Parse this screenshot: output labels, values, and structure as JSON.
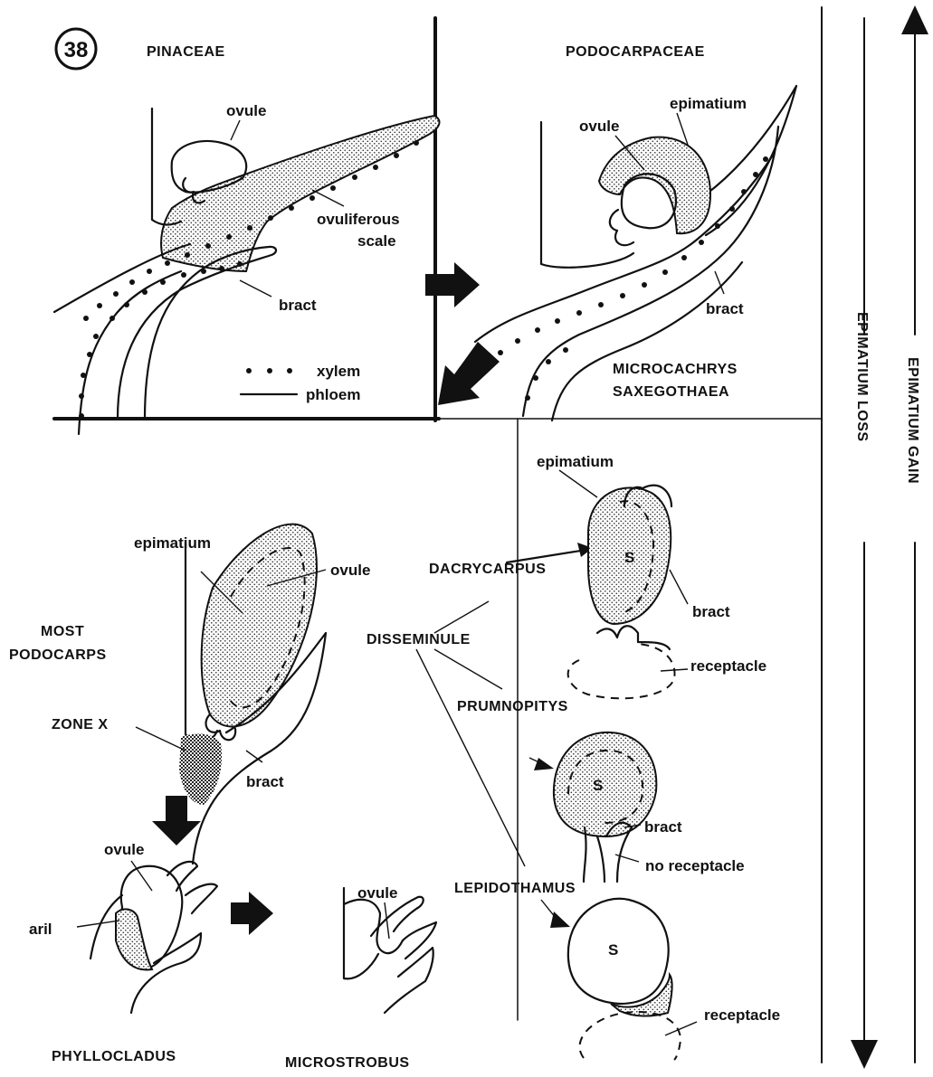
{
  "figure": {
    "number": "38",
    "families": {
      "pinaceae": "PINACEAE",
      "podocarpaceae": "PODOCARPACEAE"
    },
    "labels": {
      "ovule": "ovule",
      "epimatium": "epimatium",
      "ovuliferous_scale_1": "ovuliferous",
      "ovuliferous_scale_2": "scale",
      "bract": "bract",
      "xylem": "xylem",
      "phloem": "phloem",
      "zone_x": "ZONE X",
      "aril": "aril",
      "s": "S",
      "receptacle": "receptacle",
      "no_receptacle": "no receptacle",
      "disseminule": "DISSEMINULE"
    },
    "genera": {
      "microcachrys": "MICROCACHRYS",
      "saxegothaea": "SAXEGOTHAEA",
      "most_podocarps_1": "MOST",
      "most_podocarps_2": "PODOCARPS",
      "dacrycarpus": "DACRYCARPUS",
      "prumnopitys": "PRUMNOPITYS",
      "lepidothamus": "LEPIDOTHAMUS",
      "phyllocladus": "PHYLLOCLADUS",
      "microstrobus": "MICROSTROBUS"
    },
    "axes": {
      "loss": "EPIMATIUM LOSS",
      "gain": "EPIMATIUM GAIN"
    },
    "colors": {
      "ink": "#111111",
      "paper": "#ffffff"
    }
  }
}
